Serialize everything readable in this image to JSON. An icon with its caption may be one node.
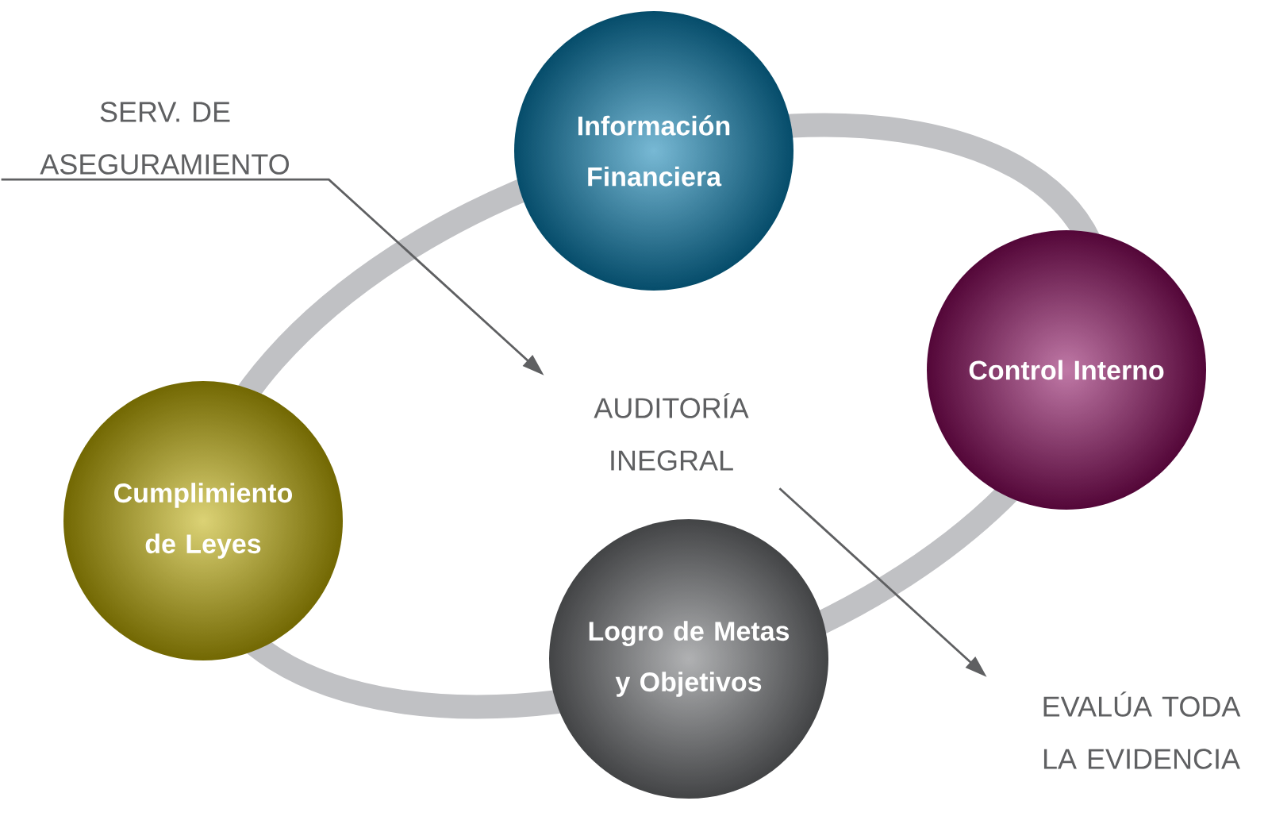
{
  "diagram": {
    "nodes": [
      {
        "text": [
          "SERV. DE ASEGURAMIENTO"
        ]
      },
      {
        "text": [
          "Información Financiera"
        ]
      },
      {
        "text": [
          "Control Interno"
        ]
      },
      {
        "text": [
          "AUDITORÍA INEGRAL"
        ]
      },
      {
        "text": [
          "Cumplimiento de Leyes"
        ]
      },
      {
        "text": [
          "Logro de Metas y Objetivos"
        ]
      },
      {
        "text": [
          "EVALÚA TODA LA EVIDENCIA"
        ]
      }
    ],
    "edges": [
      {
        "from": 0,
        "to": 3,
        "arrow": "to"
      },
      {
        "from": 3,
        "to": 6,
        "arrow": "to"
      }
    ]
  }
}
